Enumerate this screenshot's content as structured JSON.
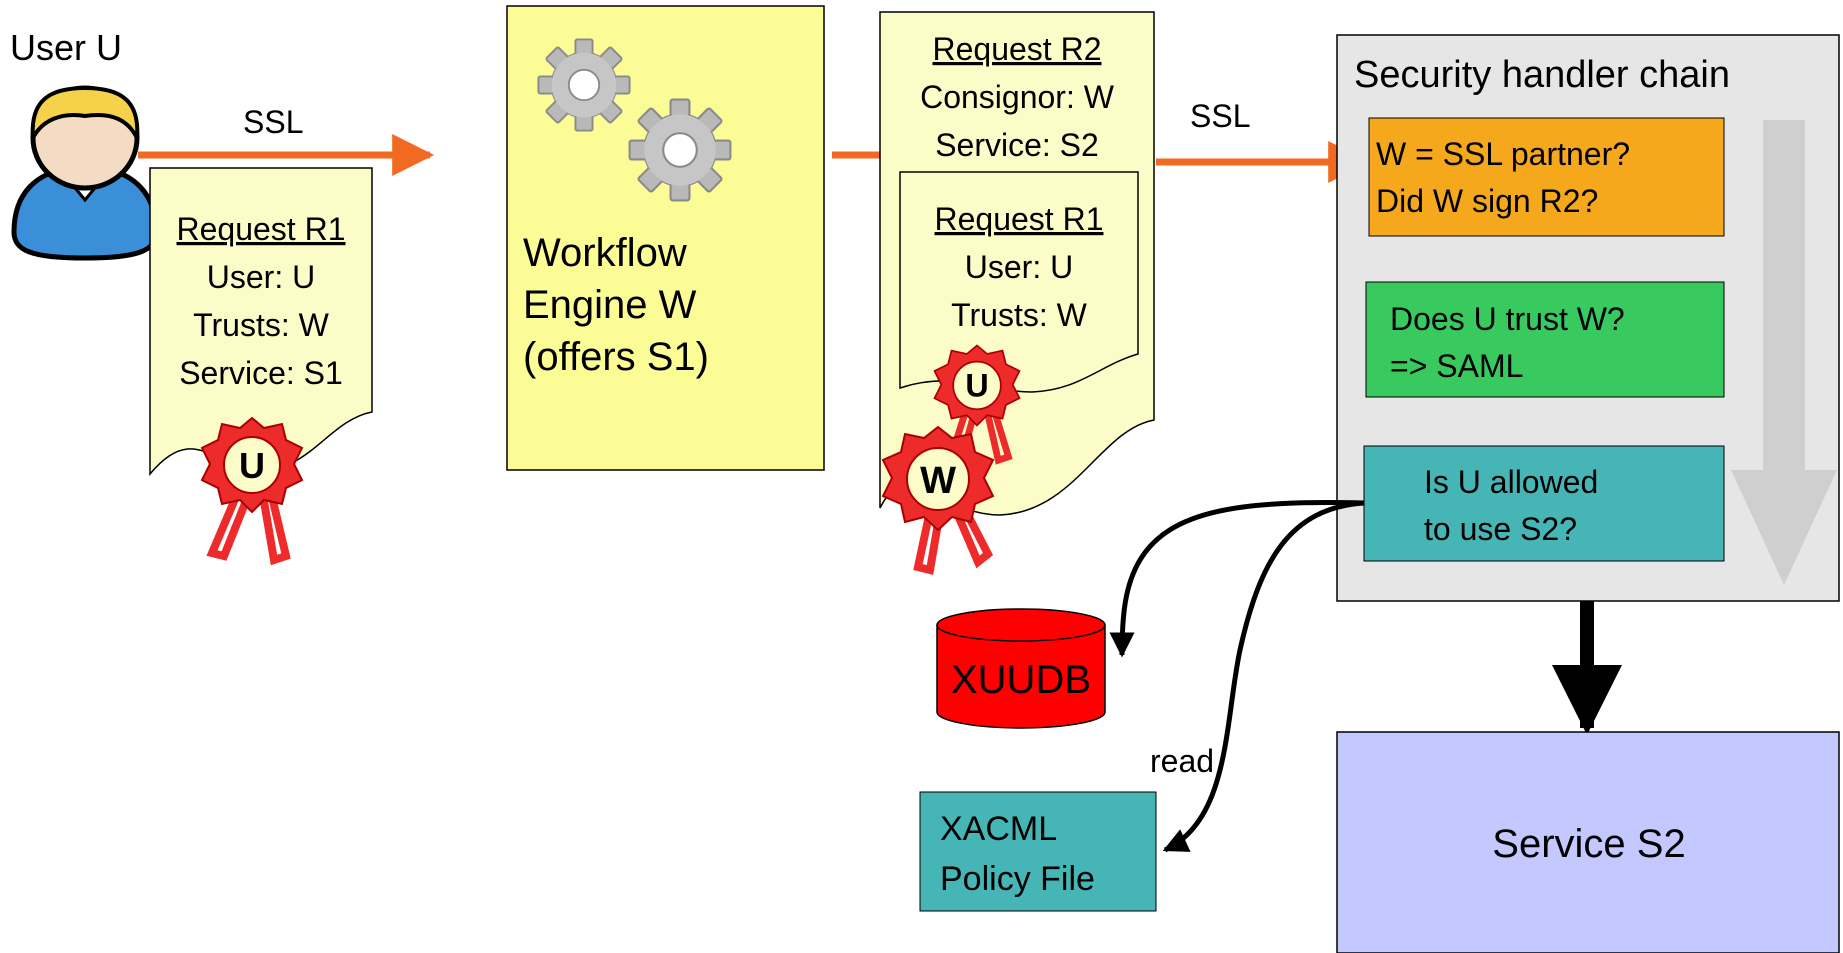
{
  "user": {
    "label": "User U"
  },
  "ssl_left": "SSL",
  "ssl_right": "SSL",
  "request_r1": {
    "title": "Request R1",
    "lines": [
      "User: U",
      "Trusts: W",
      "Service: S1"
    ],
    "seal": "U"
  },
  "workflow": {
    "lines": [
      "Workflow",
      "Engine W",
      "(offers S1)"
    ]
  },
  "request_r2": {
    "title": "Request R2",
    "lines": [
      "Consignor: W",
      "Service: S2"
    ],
    "inner": {
      "title": "Request R1",
      "lines": [
        "User: U",
        "Trusts: W"
      ],
      "seal": "U"
    },
    "seal": "W"
  },
  "security_chain": {
    "title": "Security handler chain",
    "checks": [
      {
        "lines": [
          "W = SSL partner?",
          "Did W sign R2?"
        ],
        "color": "#f5a81b"
      },
      {
        "lines": [
          "Does U trust W?",
          "=> SAML"
        ],
        "color": "#38c95f"
      },
      {
        "lines": [
          "Is U allowed",
          "to use S2?"
        ],
        "color": "#45b5b5"
      }
    ]
  },
  "xuudb": {
    "label": "XUUDB",
    "color": "#ff0000"
  },
  "read_label": "read",
  "xacml": {
    "lines": [
      "XACML",
      "Policy File"
    ],
    "color": "#45b5b5"
  },
  "service_s2": {
    "label": "Service S2",
    "color": "#c3c8ff"
  },
  "colors": {
    "ssl_arrow": "#f26a21",
    "workflow_fill": "#fcfc96",
    "request_fill": "#fcfcc8",
    "chain_fill": "#e6e6e6",
    "seal_red": "#ee2b2b"
  }
}
